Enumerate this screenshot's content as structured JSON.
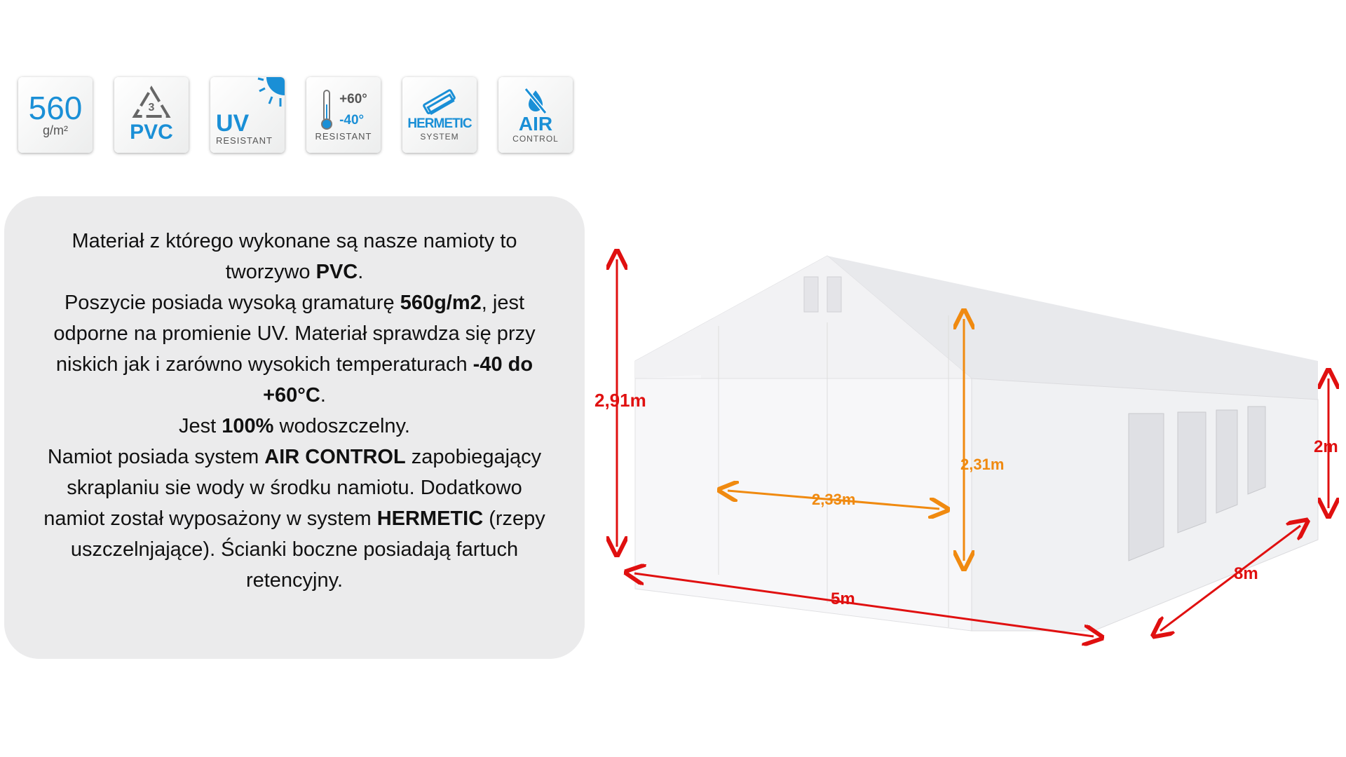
{
  "badges": [
    {
      "main": "560",
      "sub": "g/m²"
    },
    {
      "main": "PVC",
      "sub": "3"
    },
    {
      "main": "UV",
      "sub": "RESISTANT"
    },
    {
      "hot": "+60°",
      "cold": "-40°",
      "sub": "RESISTANT"
    },
    {
      "main": "HERMETIC",
      "sub": "SYSTEM"
    },
    {
      "main": "AIR",
      "sub": "CONTROL"
    }
  ],
  "description": {
    "p1a": "Materiał z którego wykonane są nasze namioty to tworzywo ",
    "p1b": "PVC",
    "p1c": ".",
    "p2a": "Poszycie posiada wysoką gramaturę ",
    "p2b": "560g/m2",
    "p2c": ", jest odporne na promienie UV. Materiał sprawdza się przy niskich jak i zarówno wysokich temperaturach ",
    "p2d": "-40 do +60°C",
    "p2e": ".",
    "p3a": "Jest ",
    "p3b": "100%",
    "p3c": " wodoszczelny.",
    "p4a": "Namiot posiada system ",
    "p4b": "AIR CONTROL",
    "p4c": " zapobiegający skraplaniu sie wody w środku namiotu. Dodatkowo namiot został wyposażony w system ",
    "p4d": "HERMETIC",
    "p4e": " (rzepy uszczelnjające). Ścianki boczne posiadają fartuch retencyjny."
  },
  "dimensions": {
    "height": "2,91m",
    "door_height": "2,31m",
    "door_width": "2,33m",
    "side_height": "2m",
    "width": "5m",
    "length": "8m"
  },
  "colors": {
    "accent": "#1a8fd6",
    "red": "#e01010",
    "orange": "#f08a10"
  }
}
